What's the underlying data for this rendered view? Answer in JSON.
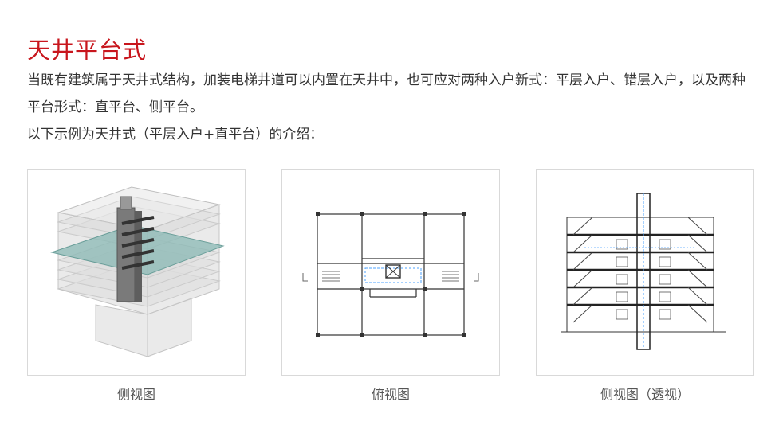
{
  "title": "天井平台式",
  "paragraphs": [
    "当既有建筑属于天井式结构，加装电梯井道可以内置在天井中，也可应对两种入户新式：平层入户、错层入户，以及两种平台形式：直平台、侧平台。",
    "以下示例为天井式（平层入户+直平台）的介绍："
  ],
  "figures": [
    {
      "caption": "侧视图",
      "icon": "3d-model-illustration"
    },
    {
      "caption": "俯视图",
      "icon": "floor-plan-drawing"
    },
    {
      "caption": "侧视图（透视）",
      "icon": "section-elevation-drawing"
    }
  ],
  "colors": {
    "title": "#c8161d",
    "text": "#333333",
    "border": "#d9d9d9"
  }
}
